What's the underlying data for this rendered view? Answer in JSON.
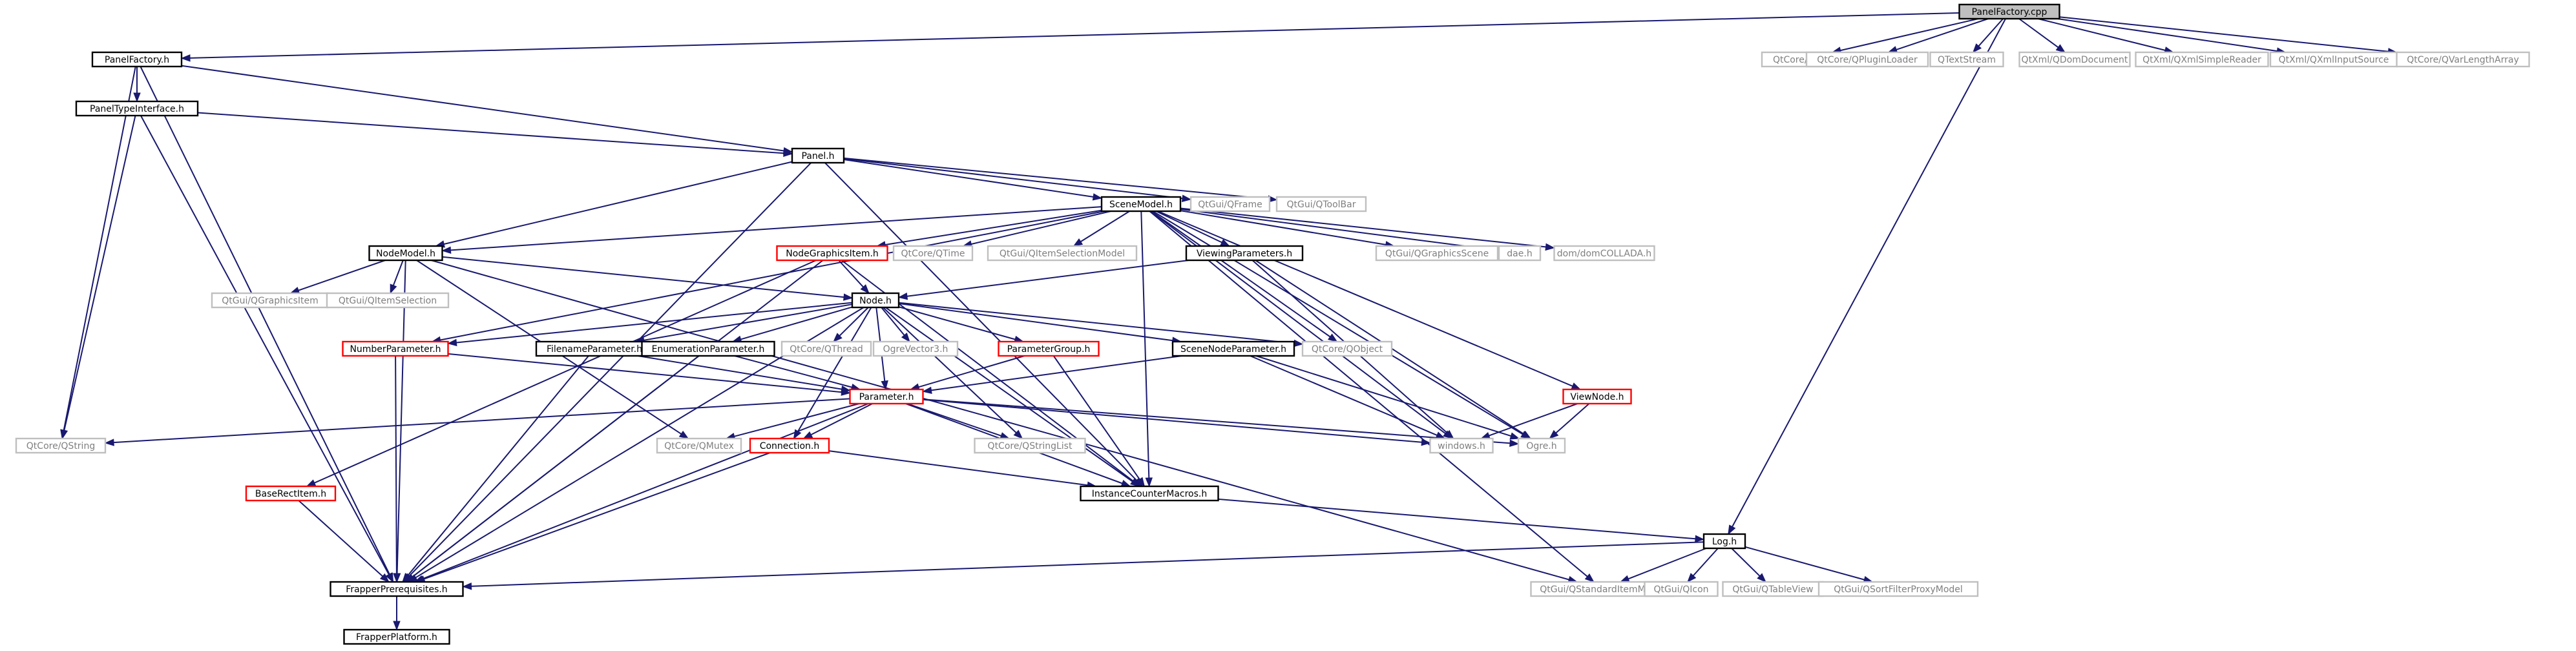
{
  "graph": {
    "root": "PanelFactory.cpp",
    "colors": {
      "edge": "#191970",
      "root_fill": "#bfbfbf",
      "node_border": "#000000",
      "external_border": "#bfbfbf",
      "external_text": "#7f7f7f",
      "unresolved_border": "#ff0000"
    },
    "nodes": [
      {
        "id": "panelfactory_cpp",
        "label": "PanelFactory.cpp",
        "kind": "root"
      },
      {
        "id": "panelfactory_h",
        "label": "PanelFactory.h",
        "kind": "normal"
      },
      {
        "id": "qtcore_qfile",
        "label": "QtCore/QFile",
        "kind": "external"
      },
      {
        "id": "qtcore_qpluginloader",
        "label": "QtCore/QPluginLoader",
        "kind": "external"
      },
      {
        "id": "qtextstream",
        "label": "QTextStream",
        "kind": "external"
      },
      {
        "id": "qtxml_qdomdocument",
        "label": "QtXml/QDomDocument",
        "kind": "external"
      },
      {
        "id": "qtxml_qxmlsimplereader",
        "label": "QtXml/QXmlSimpleReader",
        "kind": "external"
      },
      {
        "id": "qtxml_qxmlinputsource",
        "label": "QtXml/QXmlInputSource",
        "kind": "external"
      },
      {
        "id": "qtcore_qvarlengtharray",
        "label": "QtCore/QVarLengthArray",
        "kind": "external"
      },
      {
        "id": "paneltypeinterface_h",
        "label": "PanelTypeInterface.h",
        "kind": "normal"
      },
      {
        "id": "panel_h",
        "label": "Panel.h",
        "kind": "normal"
      },
      {
        "id": "scenemodel_h",
        "label": "SceneModel.h",
        "kind": "normal"
      },
      {
        "id": "qtgui_qframe",
        "label": "QtGui/QFrame",
        "kind": "external"
      },
      {
        "id": "qtgui_qtoolbar",
        "label": "QtGui/QToolBar",
        "kind": "external"
      },
      {
        "id": "nodemodel_h",
        "label": "NodeModel.h",
        "kind": "normal"
      },
      {
        "id": "nodegraphicsitem_h",
        "label": "NodeGraphicsItem.h",
        "kind": "unresolved"
      },
      {
        "id": "qtcore_qtime",
        "label": "QtCore/QTime",
        "kind": "external"
      },
      {
        "id": "qtgui_qitemselectionmodel",
        "label": "QtGui/QItemSelectionModel",
        "kind": "external"
      },
      {
        "id": "viewingparameters_h",
        "label": "ViewingParameters.h",
        "kind": "normal"
      },
      {
        "id": "qtgui_qgraphicsscene",
        "label": "QtGui/QGraphicsScene",
        "kind": "external"
      },
      {
        "id": "dae_h",
        "label": "dae.h",
        "kind": "external"
      },
      {
        "id": "dom_domcollada_h",
        "label": "dom/domCOLLADA.h",
        "kind": "external"
      },
      {
        "id": "qtgui_qgraphicsitem",
        "label": "QtGui/QGraphicsItem",
        "kind": "external"
      },
      {
        "id": "qtgui_qitemselection",
        "label": "QtGui/QItemSelection",
        "kind": "external"
      },
      {
        "id": "node_h",
        "label": "Node.h",
        "kind": "normal"
      },
      {
        "id": "numberparameter_h",
        "label": "NumberParameter.h",
        "kind": "unresolved"
      },
      {
        "id": "filenameparameter_h",
        "label": "FilenameParameter.h",
        "kind": "normal"
      },
      {
        "id": "enumerationparameter_h",
        "label": "EnumerationParameter.h",
        "kind": "normal"
      },
      {
        "id": "qtcore_qthread",
        "label": "QtCore/QThread",
        "kind": "external"
      },
      {
        "id": "ogrevector3_h",
        "label": "OgreVector3.h",
        "kind": "external"
      },
      {
        "id": "parametergroup_h",
        "label": "ParameterGroup.h",
        "kind": "unresolved"
      },
      {
        "id": "scenenodeparameter_h",
        "label": "SceneNodeParameter.h",
        "kind": "normal"
      },
      {
        "id": "qtcore_qobject",
        "label": "QtCore/QObject",
        "kind": "external"
      },
      {
        "id": "viewnode_h",
        "label": "ViewNode.h",
        "kind": "unresolved"
      },
      {
        "id": "parameter_h",
        "label": "Parameter.h",
        "kind": "unresolved"
      },
      {
        "id": "qtcore_qstring",
        "label": "QtCore/QString",
        "kind": "external"
      },
      {
        "id": "qtcore_qmutex",
        "label": "QtCore/QMutex",
        "kind": "external"
      },
      {
        "id": "connection_h",
        "label": "Connection.h",
        "kind": "unresolved"
      },
      {
        "id": "qtcore_qstringlist",
        "label": "QtCore/QStringList",
        "kind": "external"
      },
      {
        "id": "windows_h",
        "label": "windows.h",
        "kind": "external"
      },
      {
        "id": "ogre_h",
        "label": "Ogre.h",
        "kind": "external"
      },
      {
        "id": "baserectitem_h",
        "label": "BaseRectItem.h",
        "kind": "unresolved"
      },
      {
        "id": "instancecountermacros_h",
        "label": "InstanceCounterMacros.h",
        "kind": "normal"
      },
      {
        "id": "log_h",
        "label": "Log.h",
        "kind": "normal"
      },
      {
        "id": "frapperprerequisites_h",
        "label": "FrapperPrerequisites.h",
        "kind": "normal"
      },
      {
        "id": "qtgui_qstandarditemmodel",
        "label": "QtGui/QStandardItemModel",
        "kind": "external"
      },
      {
        "id": "qtgui_qicon",
        "label": "QtGui/QIcon",
        "kind": "external"
      },
      {
        "id": "qtgui_qtableview",
        "label": "QtGui/QTableView",
        "kind": "external"
      },
      {
        "id": "qtgui_qsortfilterproxymodel",
        "label": "QtGui/QSortFilterProxyModel",
        "kind": "external"
      },
      {
        "id": "frapperplatform_h",
        "label": "FrapperPlatform.h",
        "kind": "normal"
      }
    ],
    "edges": [
      [
        "panelfactory_cpp",
        "panelfactory_h"
      ],
      [
        "panelfactory_cpp",
        "qtcore_qfile"
      ],
      [
        "panelfactory_cpp",
        "qtcore_qpluginloader"
      ],
      [
        "panelfactory_cpp",
        "qtextstream"
      ],
      [
        "panelfactory_cpp",
        "qtxml_qdomdocument"
      ],
      [
        "panelfactory_cpp",
        "qtxml_qxmlsimplereader"
      ],
      [
        "panelfactory_cpp",
        "qtxml_qxmlinputsource"
      ],
      [
        "panelfactory_cpp",
        "qtcore_qvarlengtharray"
      ],
      [
        "panelfactory_cpp",
        "log_h"
      ],
      [
        "panelfactory_h",
        "paneltypeinterface_h"
      ],
      [
        "panelfactory_h",
        "panel_h"
      ],
      [
        "panelfactory_h",
        "qtcore_qstring"
      ],
      [
        "panelfactory_h",
        "frapperprerequisites_h"
      ],
      [
        "paneltypeinterface_h",
        "panel_h"
      ],
      [
        "paneltypeinterface_h",
        "qtcore_qstring"
      ],
      [
        "paneltypeinterface_h",
        "frapperprerequisites_h"
      ],
      [
        "panel_h",
        "scenemodel_h"
      ],
      [
        "panel_h",
        "nodemodel_h"
      ],
      [
        "panel_h",
        "qtgui_qframe"
      ],
      [
        "panel_h",
        "qtgui_qtoolbar"
      ],
      [
        "panel_h",
        "frapperprerequisites_h"
      ],
      [
        "panel_h",
        "instancecountermacros_h"
      ],
      [
        "scenemodel_h",
        "nodemodel_h"
      ],
      [
        "scenemodel_h",
        "nodegraphicsitem_h"
      ],
      [
        "scenemodel_h",
        "qtcore_qtime"
      ],
      [
        "scenemodel_h",
        "qtgui_qitemselectionmodel"
      ],
      [
        "scenemodel_h",
        "viewingparameters_h"
      ],
      [
        "scenemodel_h",
        "qtgui_qgraphicsscene"
      ],
      [
        "scenemodel_h",
        "dae_h"
      ],
      [
        "scenemodel_h",
        "dom_domcollada_h"
      ],
      [
        "scenemodel_h",
        "viewnode_h"
      ],
      [
        "scenemodel_h",
        "qtcore_qobject"
      ],
      [
        "scenemodel_h",
        "windows_h"
      ],
      [
        "scenemodel_h",
        "ogre_h"
      ],
      [
        "scenemodel_h",
        "numberparameter_h"
      ],
      [
        "scenemodel_h",
        "instancecountermacros_h"
      ],
      [
        "scenemodel_h",
        "qtgui_qstandarditemmodel"
      ],
      [
        "nodemodel_h",
        "node_h"
      ],
      [
        "nodemodel_h",
        "qtgui_qgraphicsitem"
      ],
      [
        "nodemodel_h",
        "qtgui_qitemselection"
      ],
      [
        "nodemodel_h",
        "qtgui_qstandarditemmodel"
      ],
      [
        "nodemodel_h",
        "frapperprerequisites_h"
      ],
      [
        "nodemodel_h",
        "qtcore_qmutex"
      ],
      [
        "nodegraphicsitem_h",
        "node_h"
      ],
      [
        "nodegraphicsitem_h",
        "baserectitem_h"
      ],
      [
        "nodegraphicsitem_h",
        "instancecountermacros_h"
      ],
      [
        "nodegraphicsitem_h",
        "frapperprerequisites_h"
      ],
      [
        "viewingparameters_h",
        "node_h"
      ],
      [
        "viewingparameters_h",
        "windows_h"
      ],
      [
        "viewingparameters_h",
        "ogre_h"
      ],
      [
        "node_h",
        "numberparameter_h"
      ],
      [
        "node_h",
        "filenameparameter_h"
      ],
      [
        "node_h",
        "enumerationparameter_h"
      ],
      [
        "node_h",
        "qtcore_qthread"
      ],
      [
        "node_h",
        "ogrevector3_h"
      ],
      [
        "node_h",
        "parametergroup_h"
      ],
      [
        "node_h",
        "scenenodeparameter_h"
      ],
      [
        "node_h",
        "qtcore_qobject"
      ],
      [
        "node_h",
        "parameter_h"
      ],
      [
        "node_h",
        "connection_h"
      ],
      [
        "node_h",
        "qtcore_qstringlist"
      ],
      [
        "node_h",
        "instancecountermacros_h"
      ],
      [
        "node_h",
        "frapperprerequisites_h"
      ],
      [
        "numberparameter_h",
        "parameter_h"
      ],
      [
        "numberparameter_h",
        "frapperprerequisites_h"
      ],
      [
        "filenameparameter_h",
        "parameter_h"
      ],
      [
        "filenameparameter_h",
        "frapperprerequisites_h"
      ],
      [
        "enumerationparameter_h",
        "parameter_h"
      ],
      [
        "enumerationparameter_h",
        "frapperprerequisites_h"
      ],
      [
        "parametergroup_h",
        "parameter_h"
      ],
      [
        "parametergroup_h",
        "instancecountermacros_h"
      ],
      [
        "scenenodeparameter_h",
        "parameter_h"
      ],
      [
        "scenenodeparameter_h",
        "windows_h"
      ],
      [
        "scenenodeparameter_h",
        "ogre_h"
      ],
      [
        "viewnode_h",
        "windows_h"
      ],
      [
        "viewnode_h",
        "ogre_h"
      ],
      [
        "parameter_h",
        "qtcore_qstring"
      ],
      [
        "parameter_h",
        "qtcore_qmutex"
      ],
      [
        "parameter_h",
        "connection_h"
      ],
      [
        "parameter_h",
        "qtcore_qstringlist"
      ],
      [
        "parameter_h",
        "windows_h"
      ],
      [
        "parameter_h",
        "ogre_h"
      ],
      [
        "parameter_h",
        "instancecountermacros_h"
      ],
      [
        "parameter_h",
        "frapperprerequisites_h"
      ],
      [
        "connection_h",
        "frapperprerequisites_h"
      ],
      [
        "connection_h",
        "instancecountermacros_h"
      ],
      [
        "baserectitem_h",
        "frapperprerequisites_h"
      ],
      [
        "instancecountermacros_h",
        "log_h"
      ],
      [
        "log_h",
        "frapperprerequisites_h"
      ],
      [
        "log_h",
        "qtgui_qstandarditemmodel"
      ],
      [
        "log_h",
        "qtgui_qicon"
      ],
      [
        "log_h",
        "qtgui_qtableview"
      ],
      [
        "log_h",
        "qtgui_qsortfilterproxymodel"
      ],
      [
        "frapperprerequisites_h",
        "frapperplatform_h"
      ]
    ]
  }
}
